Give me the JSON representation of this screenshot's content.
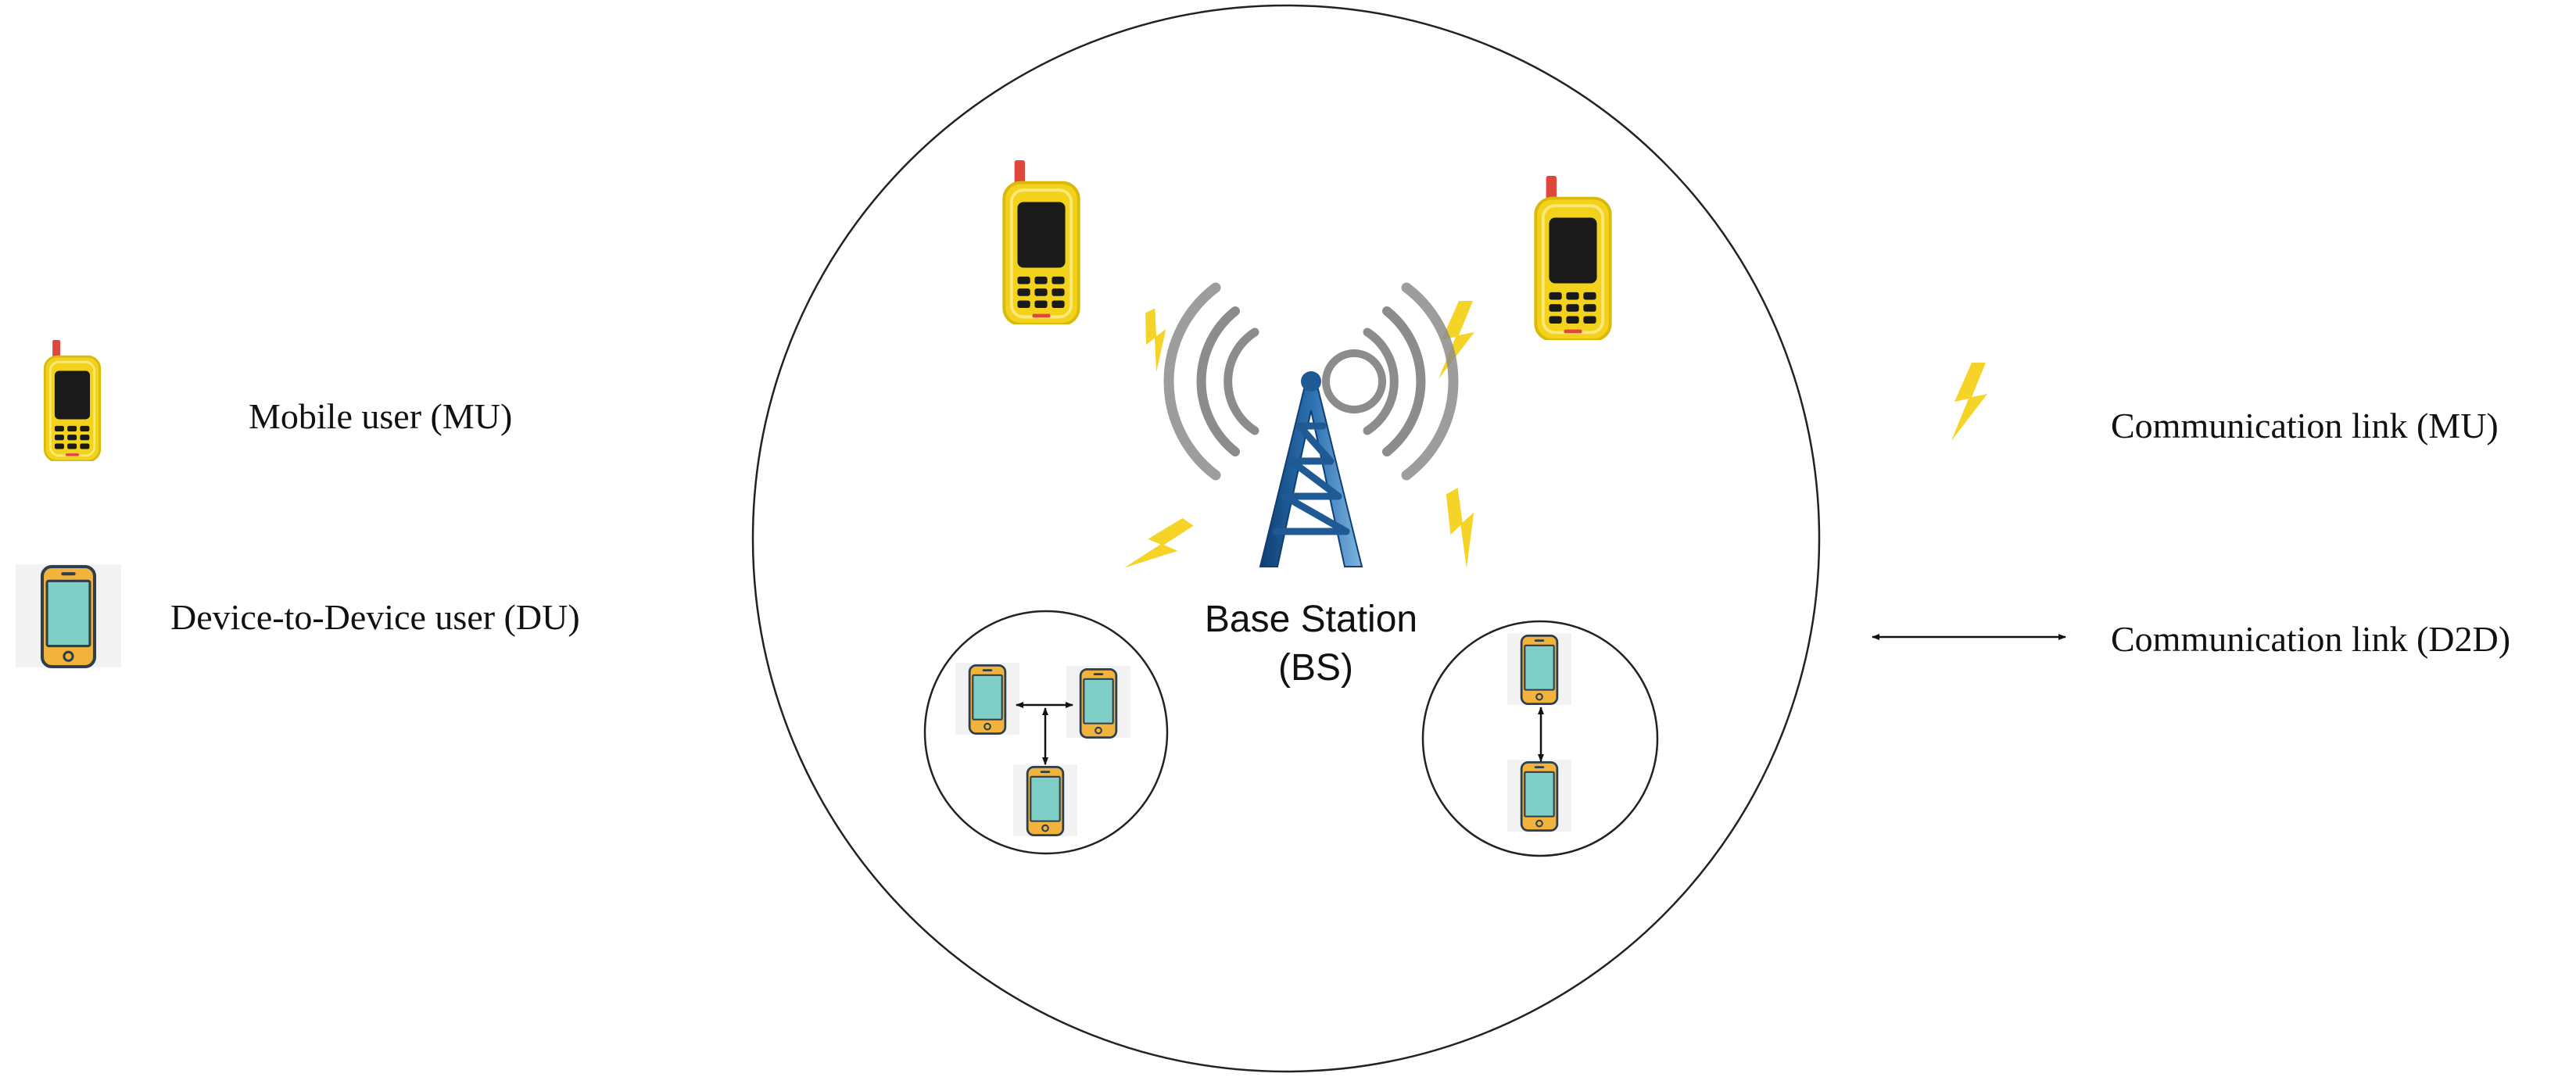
{
  "legend": {
    "mobile_user": "Mobile user (MU)",
    "d2d_user": "Device-to-Device user (DU)",
    "link_mu": "Communication link (MU)",
    "link_d2d": "Communication link (D2D)"
  },
  "base_station": {
    "line1": "Base Station",
    "line2": "(BS)"
  },
  "colors": {
    "phone_yellow": "#f2d21a",
    "phone_screen": "#1a1a1a",
    "antenna_red": "#e0463c",
    "d2d_screen": "#7fcfc6",
    "d2d_frame": "#f2b33d",
    "d2d_outline": "#2c3e50",
    "lightning": "#f5d327",
    "tower_blue": "#2a6fb0",
    "signal_gray": "#8c8c8c"
  }
}
